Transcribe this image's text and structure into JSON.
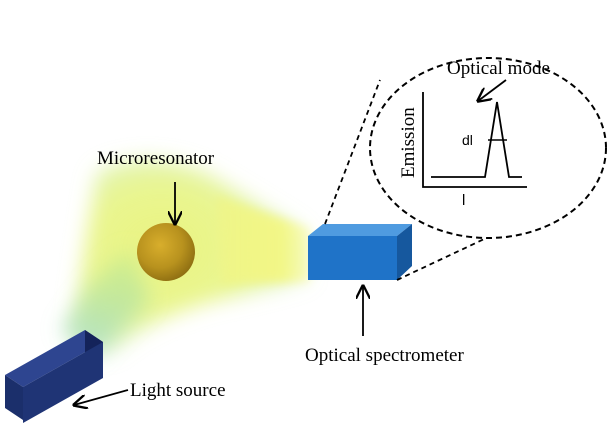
{
  "diagram": {
    "labels": {
      "microresonator": "Microresonator",
      "light_source": "Light source",
      "optical_spectrometer": "Optical spectrometer",
      "optical_mode": "Optical mode"
    },
    "inset_plot": {
      "y_axis_label": "Emission",
      "x_axis_label": "l",
      "peak_width_label": "dl"
    },
    "colors": {
      "light_source_box": "#1b2f6b",
      "spectrometer_box": "#1f73c8",
      "microresonator_sphere": "#b8921e",
      "light_glow_yellow": "#f4f36a",
      "light_glow_teal": "#8fd3c0"
    }
  }
}
